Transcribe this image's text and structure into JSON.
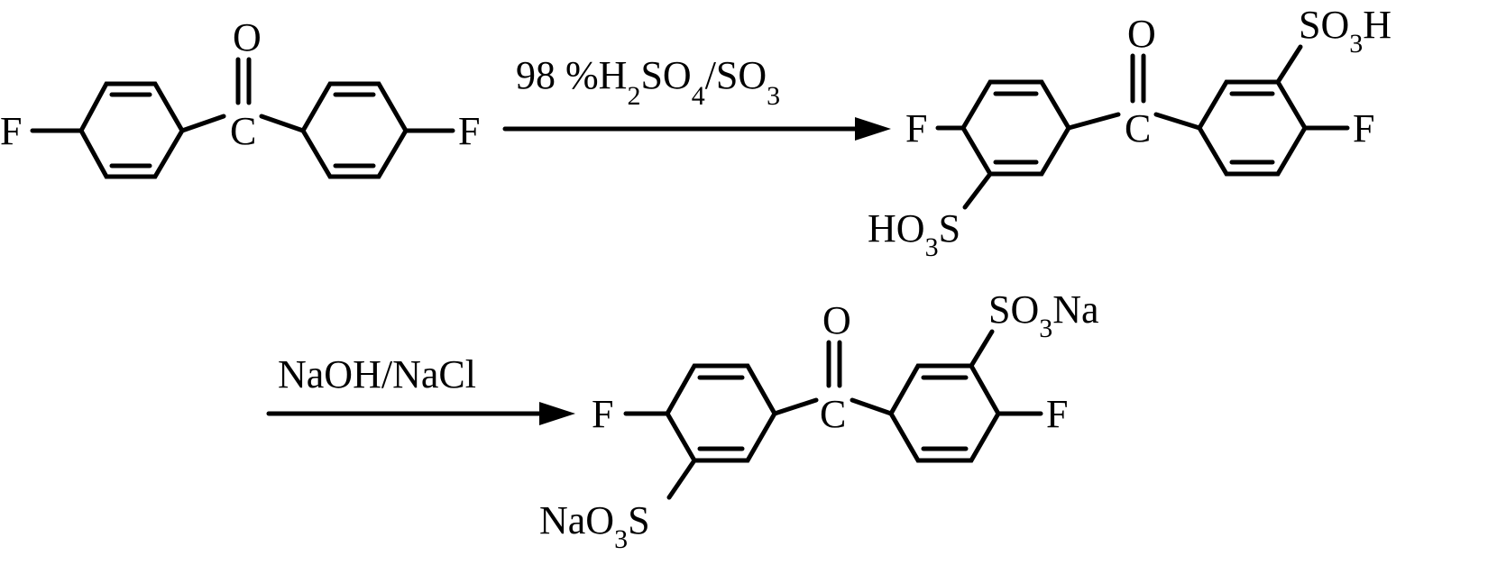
{
  "step1": {
    "reagent": {
      "p98": "98 %H",
      "s2": "2",
      "so": "SO",
      "s4": "4",
      "slash_so": "/SO",
      "s3": "3"
    }
  },
  "step2": {
    "reagent": "NaOH/NaCl"
  },
  "atoms": {
    "F": "F",
    "O": "O",
    "C": "C",
    "SO": "SO",
    "three": "3",
    "H": "H",
    "HO": "HO",
    "S": "S",
    "Na": "Na",
    "NaO": "NaO"
  }
}
